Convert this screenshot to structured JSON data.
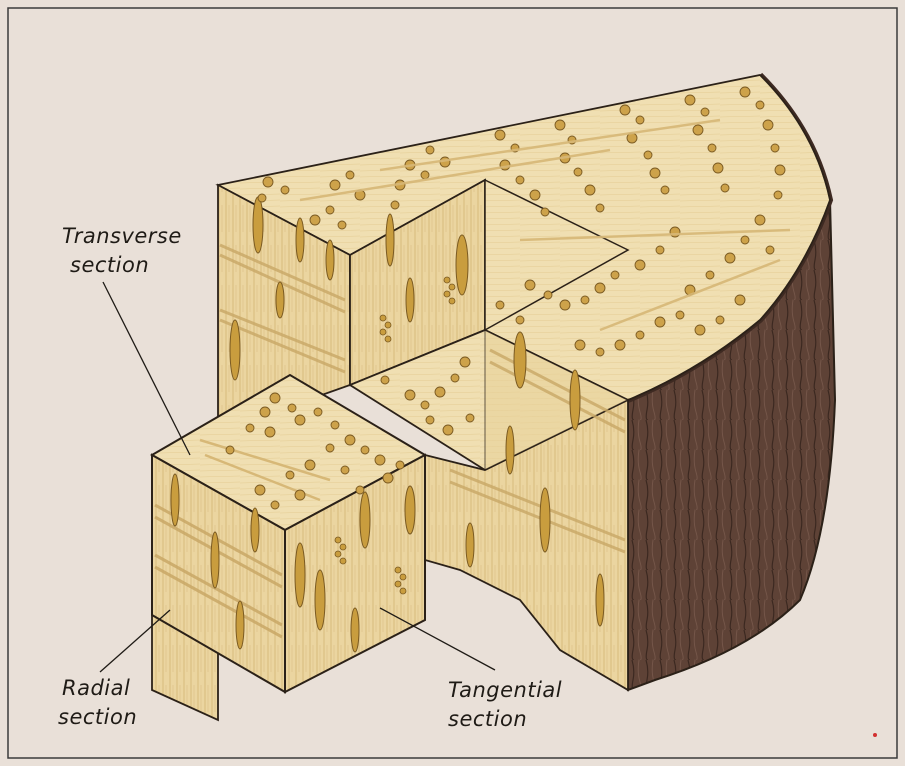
{
  "diagram": {
    "labels": {
      "transverse_line1": "Transverse",
      "transverse_line2": "section",
      "radial_line1": "Radial",
      "radial_line2": "section",
      "tangential_line1": "Tangential",
      "tangential_line2": "section"
    },
    "colors": {
      "background": "#e9e0d8",
      "frame": "#3a3a3a",
      "wood_light": "#efdcae",
      "wood_mid": "#e5cc92",
      "wood_dark": "#c9a866",
      "pore": "#c99d3e",
      "pore_edge": "#7a5a22",
      "bark": "#5e4236",
      "bark_dark": "#3e2a22",
      "outline": "#2b2118"
    }
  }
}
